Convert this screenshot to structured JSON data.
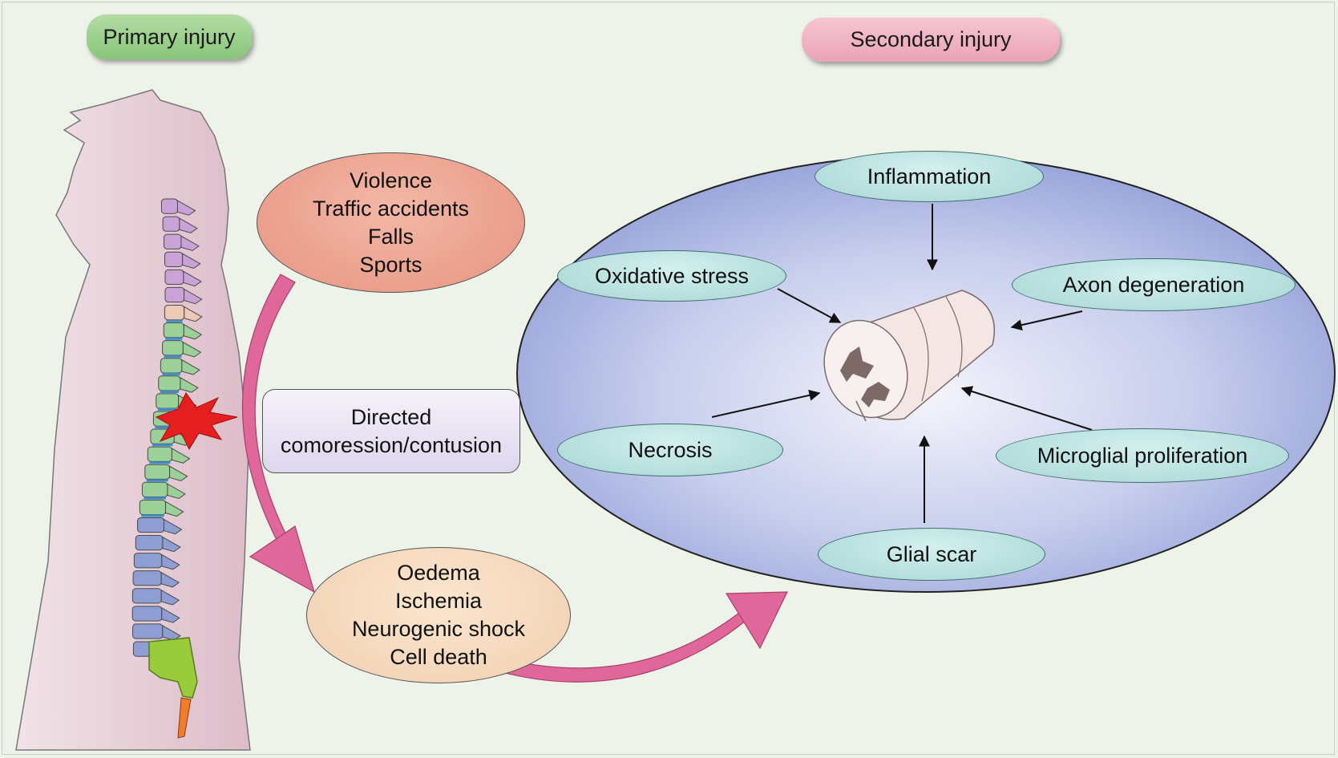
{
  "labels": {
    "primary": "Primary injury",
    "secondary": "Secondary injury"
  },
  "causes": [
    "Violence",
    "Traffic accidents",
    "Falls",
    "Sports"
  ],
  "mechanism": [
    "Directed",
    "comoression/contusion"
  ],
  "effects": [
    "Oedema",
    "Ischemia",
    "Neurogenic shock",
    "Cell death"
  ],
  "secondary_factors": {
    "inflammation": "Inflammation",
    "oxidative": "Oxidative stress",
    "axon": "Axon degeneration",
    "necrosis": "Necrosis",
    "microglial": "Microglial proliferation",
    "glial": "Glial scar"
  },
  "colors": {
    "body": "#e7cfd8",
    "cervical": "#c9a3d6",
    "thoracic": "#9bd198",
    "lumbar": "#8e9ed2",
    "sacrum": "#9acb3a",
    "injury": "#e51f1f",
    "arrow": "#e0679a",
    "big_ellipse": "#9ca9dc"
  },
  "icons": [
    "injury-burst-icon",
    "spinal-cord-segment-icon"
  ]
}
